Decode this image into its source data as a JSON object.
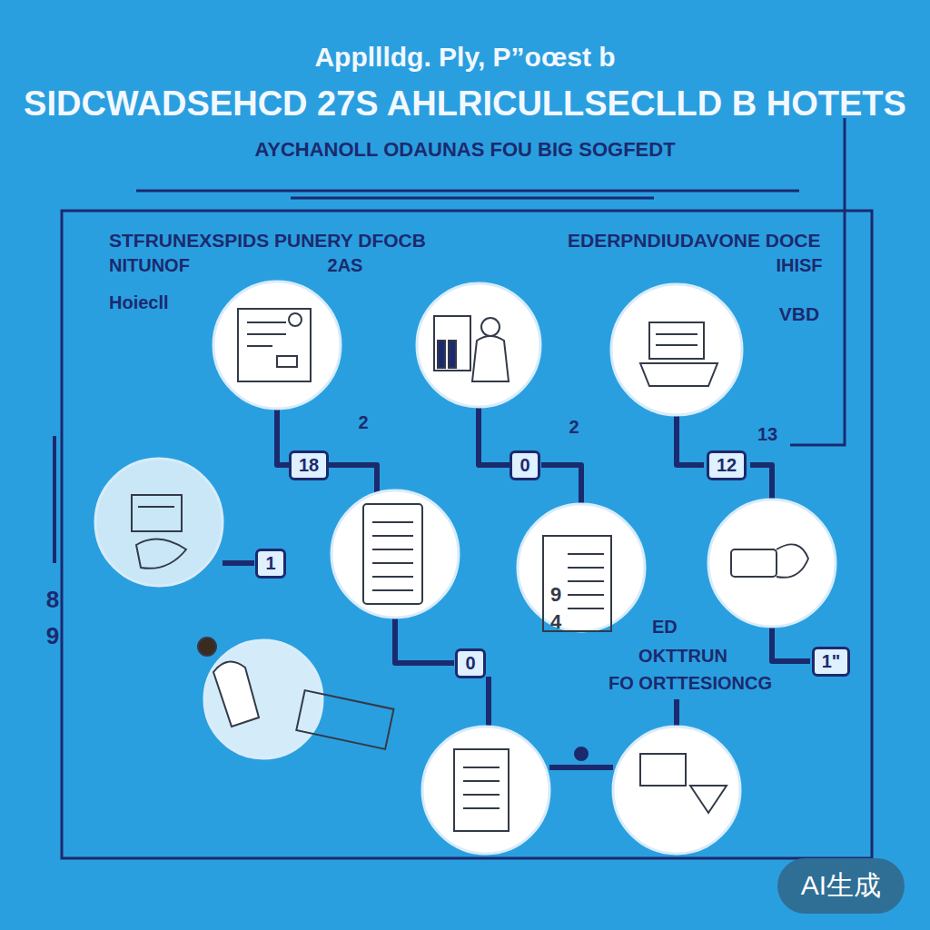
{
  "diagram": {
    "title": "SIDCWADSEHCD 27S AHLRICULLSECLLD B HOTETS",
    "nodes": [
      {
        "text": [
          "18"
        ]
      },
      {
        "text": [
          "0"
        ]
      },
      {
        "text": [
          "12"
        ]
      },
      {
        "text": [
          "1"
        ]
      },
      {
        "text": [
          "0"
        ]
      },
      {
        "text": [
          "1\""
        ]
      },
      {
        "text": [
          "AI生成"
        ]
      }
    ],
    "labels": [
      "Appllldg. Ply, P”oœst b",
      "AYCHANOLL ODAUNAS FOU BIG SOGFEDT",
      "STFRUNEXSPIDS PUNERY DFOCB",
      "NITUNOF",
      "2AS",
      "Hoiecll",
      "EDERPNDIUDAVONE DOCE",
      "IHISF",
      "VBD",
      "2",
      "2",
      "13",
      "9",
      "4",
      "ED",
      "OKTTRUN",
      "FO ORTTESIONCG",
      "8",
      "9"
    ]
  }
}
